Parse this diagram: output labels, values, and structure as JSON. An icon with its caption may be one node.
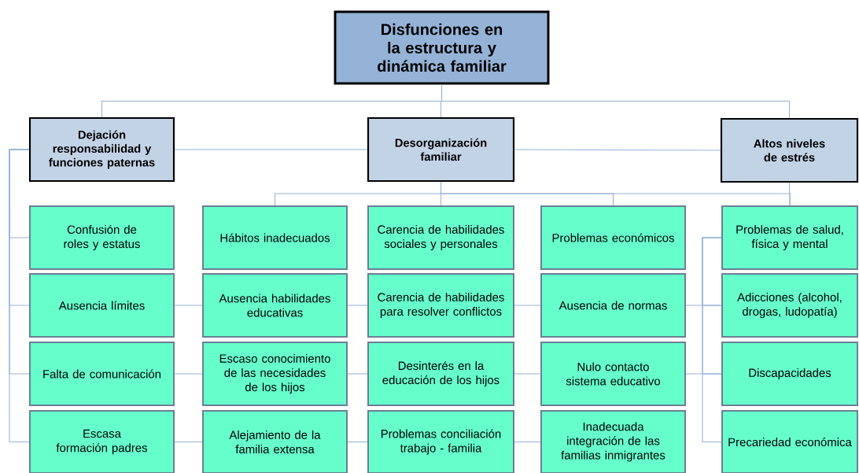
{
  "diagram": {
    "nodes": [
      {
        "text": [
          "Disfunciones en la estructura y dinámica familiar"
        ]
      },
      {
        "text": [
          "Dejación responsabilidad y funciones paternas"
        ]
      },
      {
        "text": [
          "Desorganización familiar"
        ]
      },
      {
        "text": [
          "Altos niveles de estrés"
        ]
      },
      {
        "text": [
          "Confusión de roles y estatus"
        ]
      },
      {
        "text": [
          "Hábitos inadecuados"
        ]
      },
      {
        "text": [
          "Carencia de habilidades sociales y personales"
        ]
      },
      {
        "text": [
          "Problemas económicos"
        ]
      },
      {
        "text": [
          "Problemas de salud, física y mental"
        ]
      },
      {
        "text": [
          "Ausencia límites"
        ]
      },
      {
        "text": [
          "Ausencia habilidades educativas"
        ]
      },
      {
        "text": [
          "Carencia de habilidades para resolver conflictos"
        ]
      },
      {
        "text": [
          "Ausencia de normas"
        ]
      },
      {
        "text": [
          "Adicciones (alcohol, drogas, ludopatía)"
        ]
      },
      {
        "text": [
          "Falta de comunicación"
        ]
      },
      {
        "text": [
          "Escaso conocimiento de las necesidades de los hijos"
        ]
      },
      {
        "text": [
          "Desinterés en la educación de los hijos"
        ]
      },
      {
        "text": [
          "Nulo contacto sistema educativo"
        ]
      },
      {
        "text": [
          "Discapacidades"
        ]
      },
      {
        "text": [
          "Escasa formación padres"
        ]
      },
      {
        "text": [
          "Alejamiento de la familia extensa"
        ]
      },
      {
        "text": [
          "Problemas conciliación trabajo - familia"
        ]
      },
      {
        "text": [
          "Inadecuada integración de las familias inmigrantes"
        ]
      },
      {
        "text": [
          "Precariedad económica"
        ]
      }
    ],
    "edges": [
      {
        "from": 0,
        "to": 1,
        "arrow": "none"
      },
      {
        "from": 0,
        "to": 2,
        "arrow": "none"
      },
      {
        "from": 0,
        "to": 3,
        "arrow": "none"
      },
      {
        "from": 1,
        "to": 2,
        "arrow": "none"
      },
      {
        "from": 2,
        "to": 3,
        "arrow": "none"
      },
      {
        "from": 1,
        "to": 4,
        "arrow": "none"
      },
      {
        "from": 1,
        "to": 9,
        "arrow": "none"
      },
      {
        "from": 1,
        "to": 14,
        "arrow": "none"
      },
      {
        "from": 1,
        "to": 19,
        "arrow": "none"
      },
      {
        "from": 2,
        "to": 5,
        "arrow": "none"
      },
      {
        "from": 2,
        "to": 6,
        "arrow": "none"
      },
      {
        "from": 2,
        "to": 7,
        "arrow": "none"
      },
      {
        "from": 2,
        "to": 8,
        "arrow": "none"
      },
      {
        "from": 3,
        "to": 8,
        "arrow": "none"
      },
      {
        "from": 8,
        "to": 13,
        "arrow": "none"
      },
      {
        "from": 8,
        "to": 18,
        "arrow": "none"
      },
      {
        "from": 8,
        "to": 23,
        "arrow": "none"
      },
      {
        "from": 9,
        "to": 10,
        "arrow": "none"
      },
      {
        "from": 10,
        "to": 11,
        "arrow": "none"
      },
      {
        "from": 11,
        "to": 12,
        "arrow": "none"
      },
      {
        "from": 12,
        "to": 13,
        "arrow": "none"
      },
      {
        "from": 14,
        "to": 15,
        "arrow": "none"
      },
      {
        "from": 15,
        "to": 16,
        "arrow": "none"
      },
      {
        "from": 16,
        "to": 17,
        "arrow": "none"
      },
      {
        "from": 17,
        "to": 18,
        "arrow": "none"
      },
      {
        "from": 19,
        "to": 20,
        "arrow": "none"
      },
      {
        "from": 20,
        "to": 21,
        "arrow": "none"
      },
      {
        "from": 21,
        "to": 22,
        "arrow": "none"
      }
    ]
  }
}
